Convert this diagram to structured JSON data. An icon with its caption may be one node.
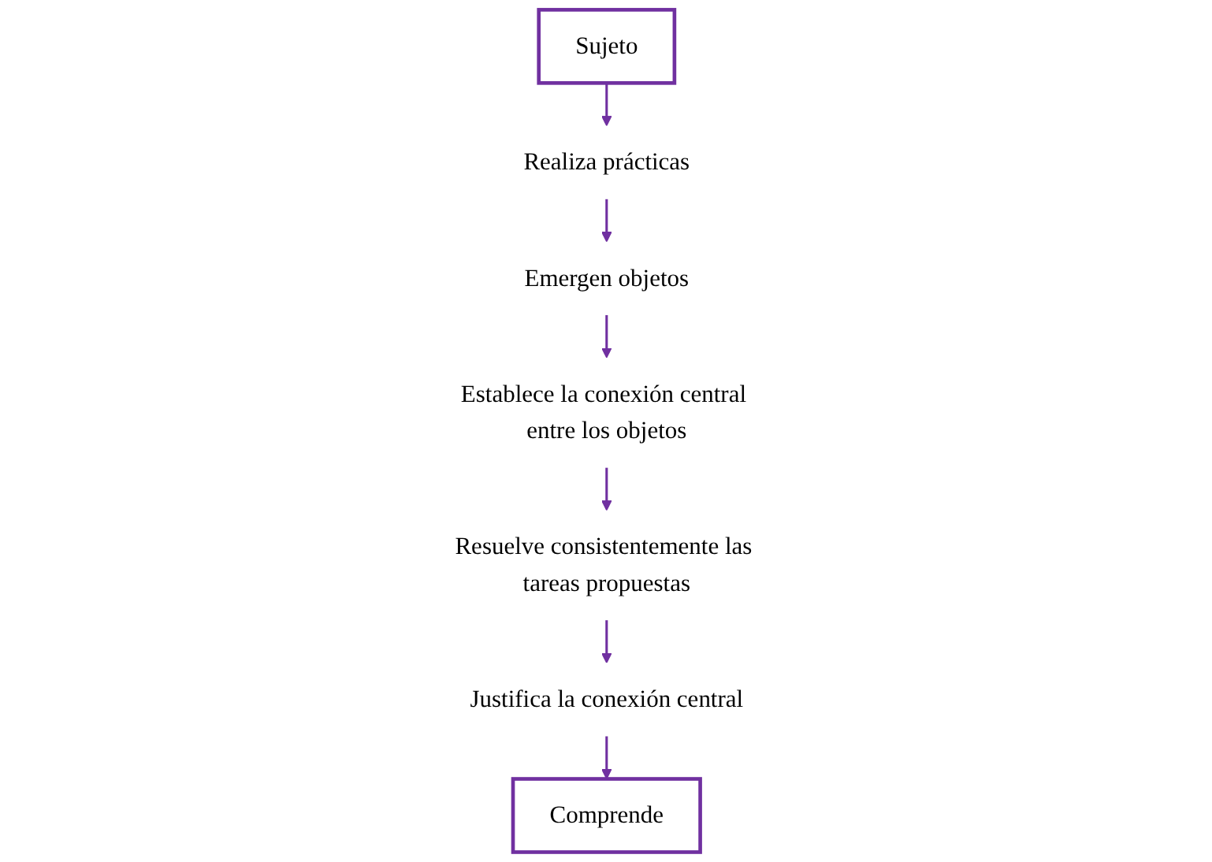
{
  "diagram": {
    "nodes": [
      {
        "text": [
          "Sujeto"
        ]
      },
      {
        "text": [
          "Realiza prácticas"
        ]
      },
      {
        "text": [
          "Emergen objetos"
        ]
      },
      {
        "text": [
          "Establece la conexión central entre los objetos"
        ]
      },
      {
        "text": [
          "Resuelve consistentemente las tareas propuestas"
        ]
      },
      {
        "text": [
          "Justifica la conexión central"
        ]
      },
      {
        "text": [
          "Comprende"
        ]
      }
    ],
    "edges": [
      {
        "from": 0,
        "to": 1,
        "arrow": "to"
      },
      {
        "from": 1,
        "to": 2,
        "arrow": "to"
      },
      {
        "from": 2,
        "to": 3,
        "arrow": "to"
      },
      {
        "from": 3,
        "to": 4,
        "arrow": "to"
      },
      {
        "from": 4,
        "to": 5,
        "arrow": "to"
      },
      {
        "from": 5,
        "to": 6,
        "arrow": "to"
      }
    ]
  }
}
